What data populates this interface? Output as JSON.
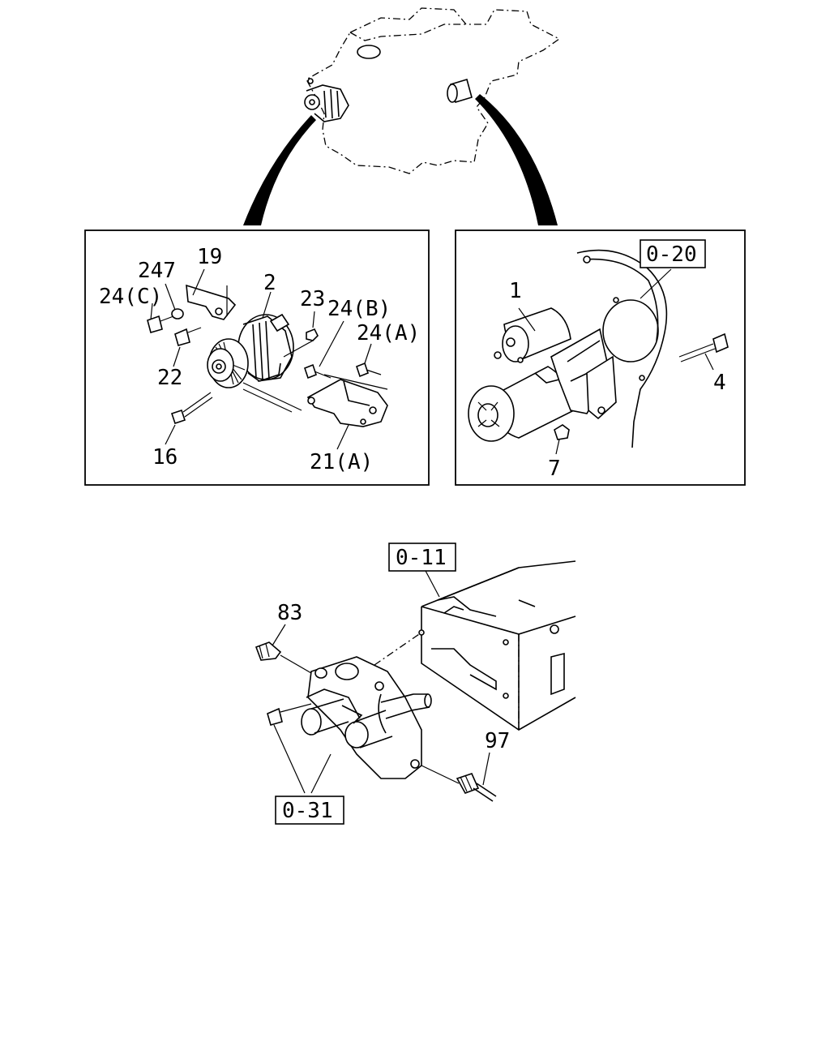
{
  "callouts": {
    "c1": "1",
    "c2": "2",
    "c4": "4",
    "c7": "7",
    "c16": "16",
    "c19": "19",
    "c21a": "21(A)",
    "c22": "22",
    "c23": "23",
    "c24a": "24(A)",
    "c24b": "24(B)",
    "c24c": "24(C)",
    "c247": "247",
    "c83": "83",
    "c97": "97"
  },
  "references": {
    "r020": "0-20",
    "r011": "0-11",
    "r031": "0-31"
  }
}
